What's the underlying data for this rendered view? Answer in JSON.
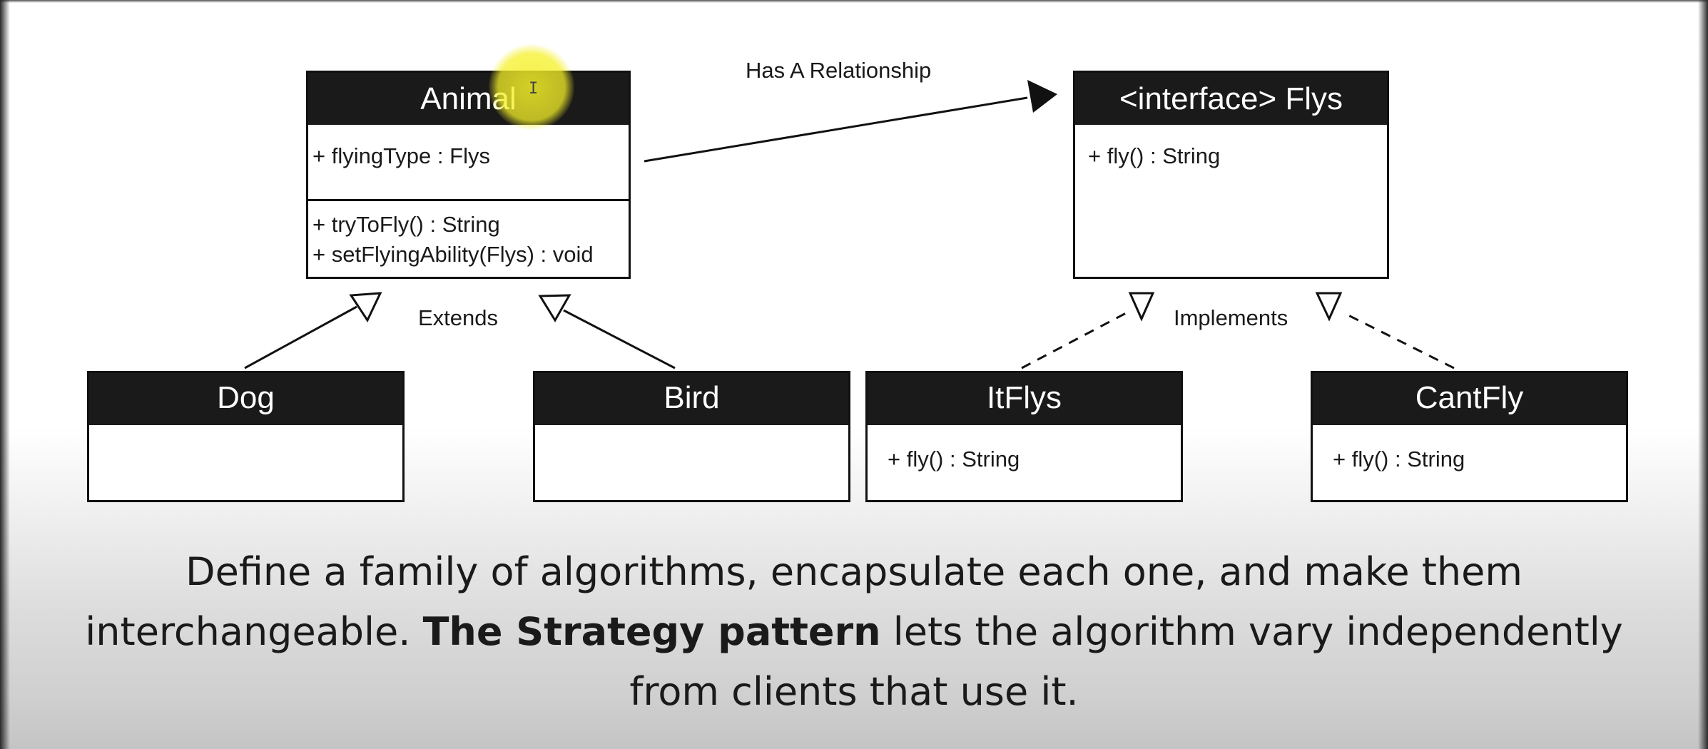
{
  "diagram": {
    "animal": {
      "name": "Animal",
      "attributes": [
        "+ flyingType : Flys"
      ],
      "methods": [
        "+ tryToFly() : String",
        "+ setFlyingAbility(Flys) : void"
      ]
    },
    "flys": {
      "name": "<interface> Flys",
      "methods": [
        "+ fly() : String"
      ]
    },
    "dog": {
      "name": "Dog"
    },
    "bird": {
      "name": "Bird"
    },
    "itflys": {
      "name": "ItFlys",
      "methods": [
        "+ fly() : String"
      ]
    },
    "cantfly": {
      "name": "CantFly",
      "methods": [
        "+ fly() : String"
      ]
    },
    "labels": {
      "has_a": "Has A Relationship",
      "extends": "Extends",
      "implements": "Implements"
    },
    "cursor_glyph": "I"
  },
  "caption": {
    "line1": "Define a family of algorithms, encapsulate each one, and make them",
    "line2_pre": "interchangeable. ",
    "line2_bold": "The Strategy pattern",
    "line2_post": " lets the algorithm vary independently",
    "line3": "from clients that use it."
  },
  "colors": {
    "header_bg": "#1a1a1a",
    "header_text": "#ffffff",
    "line": "#111111",
    "highlight": "#f5f028"
  }
}
